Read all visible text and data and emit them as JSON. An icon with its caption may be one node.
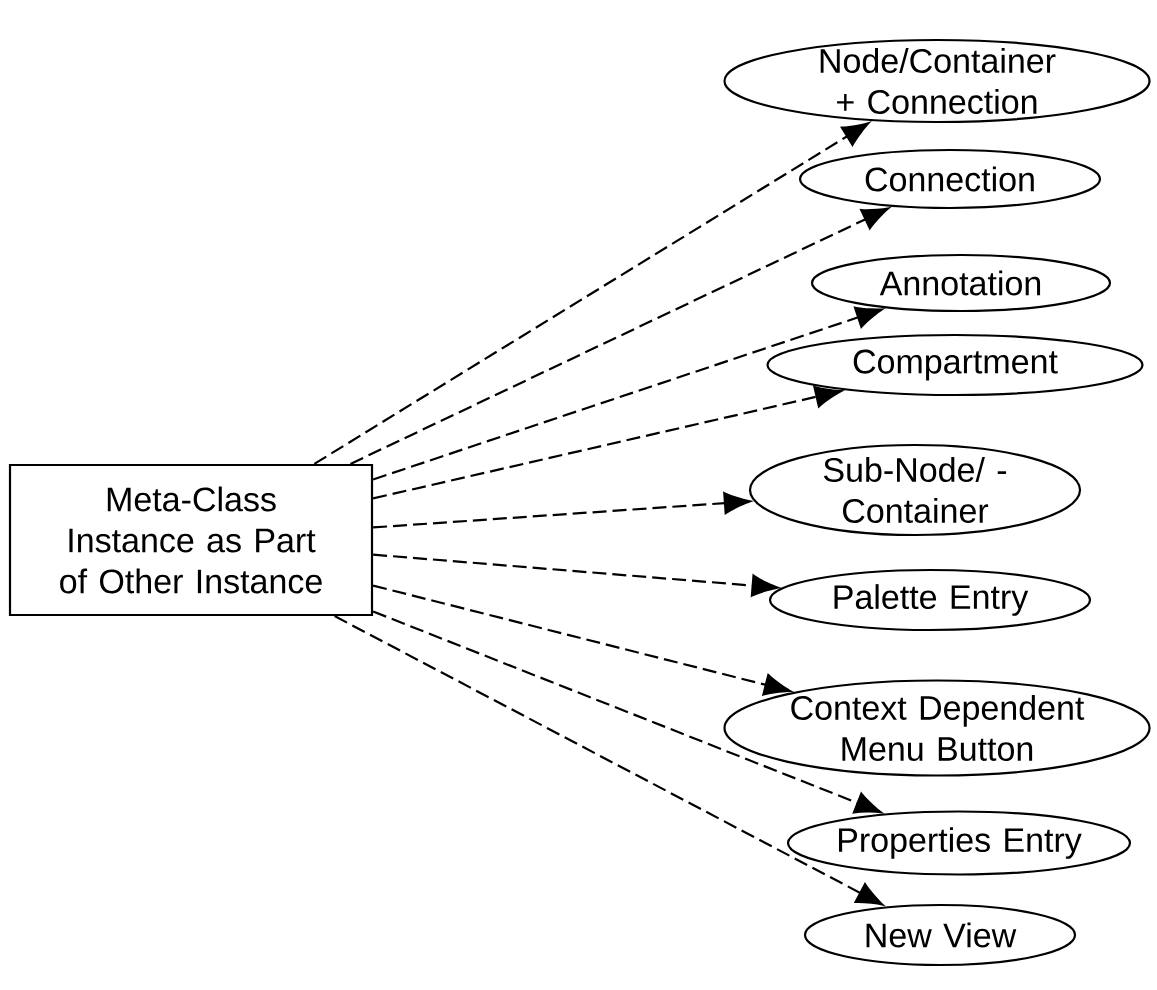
{
  "diagram": {
    "nodes": [
      {
        "text": [
          "Meta-Class Instance as Part of Other Instance"
        ]
      },
      {
        "text": [
          "Node/Container + Connection"
        ]
      },
      {
        "text": [
          "Connection"
        ]
      },
      {
        "text": [
          "Annotation"
        ]
      },
      {
        "text": [
          "Compartment"
        ]
      },
      {
        "text": [
          "Sub-Node/ -Container"
        ]
      },
      {
        "text": [
          "Palette Entry"
        ]
      },
      {
        "text": [
          "Context Dependent Menu Button"
        ]
      },
      {
        "text": [
          "Properties Entry"
        ]
      },
      {
        "text": [
          "New View"
        ]
      }
    ],
    "edges": [
      {
        "from": 0,
        "to": 1,
        "arrow": "to",
        "style": "dashed"
      },
      {
        "from": 0,
        "to": 2,
        "arrow": "to",
        "style": "dashed"
      },
      {
        "from": 0,
        "to": 3,
        "arrow": "to",
        "style": "dashed"
      },
      {
        "from": 0,
        "to": 4,
        "arrow": "to",
        "style": "dashed"
      },
      {
        "from": 0,
        "to": 5,
        "arrow": "to",
        "style": "dashed"
      },
      {
        "from": 0,
        "to": 6,
        "arrow": "to",
        "style": "dashed"
      },
      {
        "from": 0,
        "to": 7,
        "arrow": "to",
        "style": "dashed"
      },
      {
        "from": 0,
        "to": 8,
        "arrow": "to",
        "style": "dashed"
      },
      {
        "from": 0,
        "to": 9,
        "arrow": "to",
        "style": "dashed"
      }
    ]
  }
}
